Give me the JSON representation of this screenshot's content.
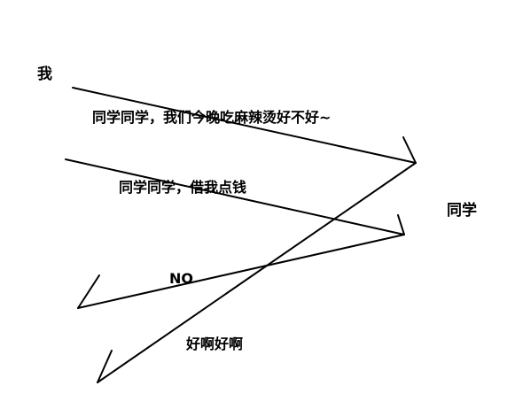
{
  "participants": {
    "me": "我",
    "classmate": "同学"
  },
  "messages": [
    {
      "from": "me",
      "to": "classmate",
      "text": "同学同学，我们今晚吃麻辣烫好不好~"
    },
    {
      "from": "me",
      "to": "classmate",
      "text": "同学同学，借我点钱"
    },
    {
      "from": "classmate",
      "to": "me",
      "text": "NO"
    },
    {
      "from": "classmate",
      "to": "me",
      "text": "好啊好啊"
    }
  ],
  "colors": {
    "stroke": "#000000",
    "background": "#ffffff"
  }
}
